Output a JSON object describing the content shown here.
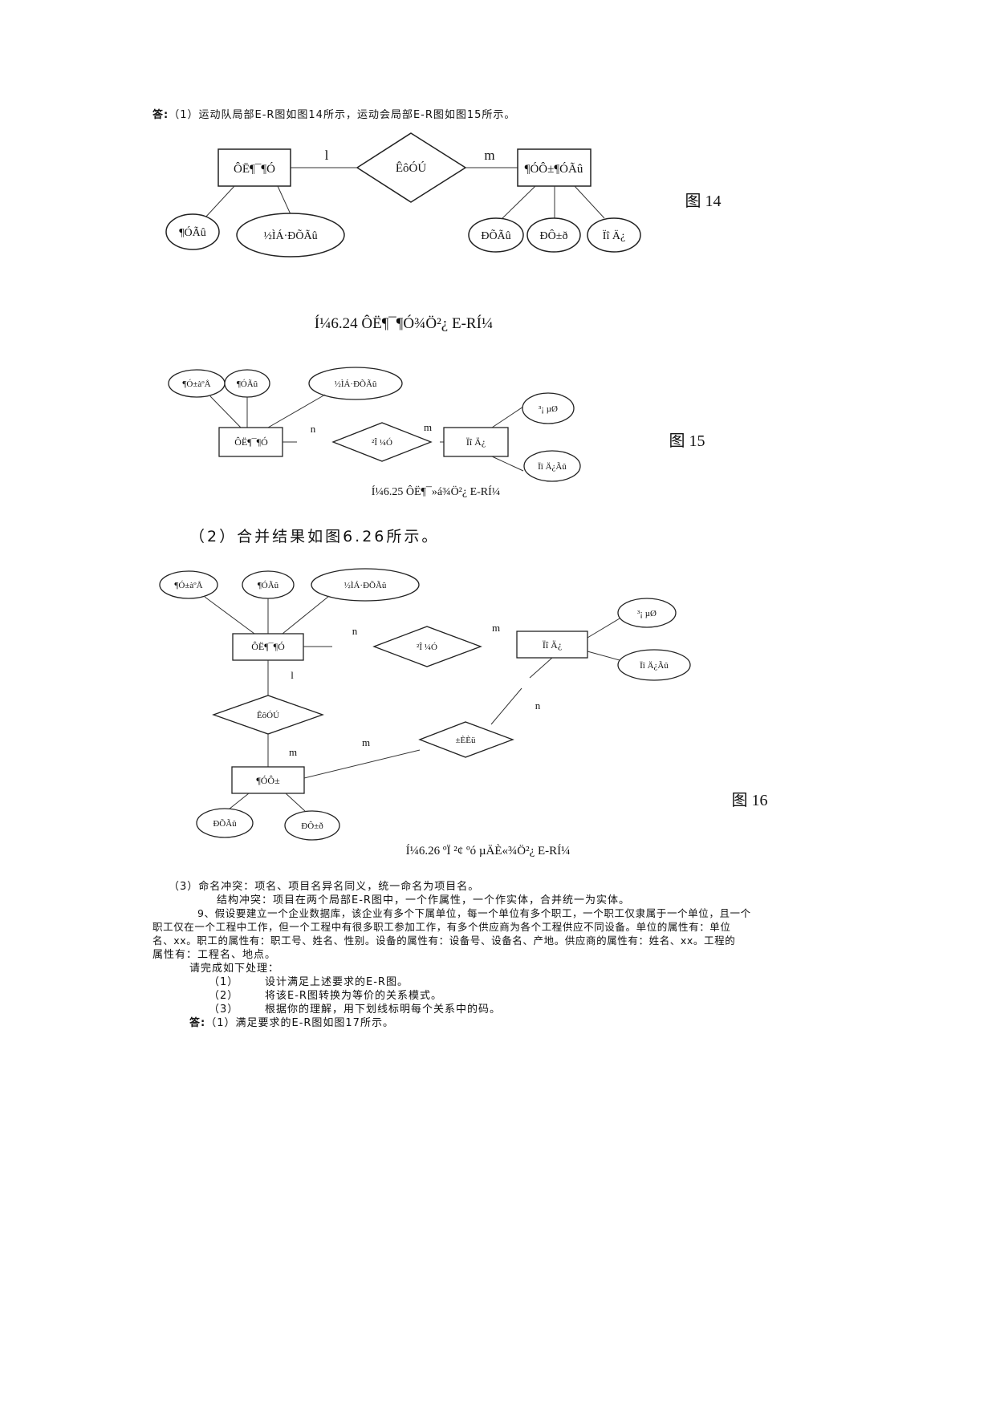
{
  "intro": {
    "bold": "答:",
    "text": "（1）运动队局部E-R图如图14所示，运动会局部E-R图如图15所示。"
  },
  "fig14": {
    "label": "图 14",
    "caption": "Í¼6.24   ÔË¶¯¶Ó¾Ö²¿ E-RÍ¼",
    "entity_left": "ÔË¶¯¶Ó",
    "relationship": "ÊôÓÚ",
    "entity_right": "¶ÓÔ±¶ÓÃû",
    "card_left": "l",
    "card_right": "m",
    "attrs_left": [
      "¶ÓÃû",
      "½ÌÁ·ÐÕÃû"
    ],
    "attrs_right": [
      "ÐÕÃû",
      "ÐÔ±ð",
      "Ïî Ä¿"
    ]
  },
  "fig15": {
    "label": "图 15",
    "caption": "Í¼6.25   ÔË¶¯»á¾Ö²¿ E-RÍ¼",
    "entity_left": "ÔË¶¯¶Ó",
    "relationship": "²Î ¼Ó",
    "entity_right": "Ïî Ä¿",
    "card_left": "n",
    "card_right": "m",
    "attrs_left": [
      "¶Ó±àºÅ",
      "¶ÓÃû",
      "½ÌÁ·ÐÕÃû"
    ],
    "attrs_right": [
      "³¡ µØ",
      "Ïî Ä¿Ãû"
    ]
  },
  "merge_text": "（2）合并结果如图6.26所示。",
  "fig16": {
    "label": "图 16",
    "caption": "Í¼6.26   ºÏ ²¢ ºó µÄÈ«¾Ö²¿ E-RÍ¼",
    "entity_team": "ÔË¶¯¶Ó",
    "rel_join": "²Î ¼Ó",
    "entity_item": "Ïî Ä¿",
    "rel_belong": "ÊôÓÚ",
    "entity_member": "¶ÓÔ±",
    "rel_compete": "±ÈÈü",
    "card_team_join": "n",
    "card_join_item": "m",
    "card_team_belong": "l",
    "card_belong_member": "m",
    "card_member_compete": "m",
    "card_compete_item": "n",
    "attrs_team": [
      "¶Ó±àºÅ",
      "¶ÓÃû",
      "½ÌÁ·ÐÕÃû"
    ],
    "attrs_item": [
      "³¡ µØ",
      "Ïî Ä¿Ãû"
    ],
    "attrs_member": [
      "ÐÕÃû",
      "ÐÔ±ð"
    ]
  },
  "lines": [
    "（3）命名冲突：项名、项目名异名同义，统一命名为项目名。",
    "结构冲突：项目在两个局部E-R图中，一个作属性，一个作实体，合并统一为实体。",
    "9、假设要建立一个企业数据库，该企业有多个下属单位，每一个单位有多个职工，一个职工仅隶属于一个单位，且一个",
    "职工仅在一个工程中工作，但一个工程中有很多职工参加工作，有多个供应商为各个工程供应不同设备。单位的属性有：单位",
    "名、xx。职工的属性有：职工号、姓名、性别。设备的属性有：设备号、设备名、产地。供应商的属性有：姓名、xx。工程的",
    "属性有：工程名、地点。",
    "请完成如下处理："
  ],
  "tasks": [
    {
      "num": "（1）",
      "text": "设计满足上述要求的E-R图。"
    },
    {
      "num": "（2）",
      "text": "将该E-R图转换为等价的关系模式。"
    },
    {
      "num": "（3）",
      "text": "根据你的理解，用下划线标明每个关系中的码。"
    }
  ],
  "answer": {
    "bold": "答:",
    "text": "（1）满足要求的E-R图如图17所示。"
  }
}
